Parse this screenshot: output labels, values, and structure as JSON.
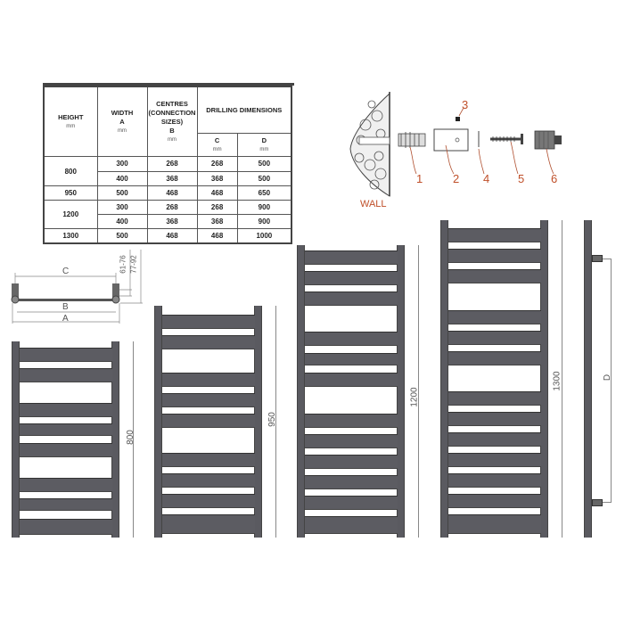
{
  "table": {
    "headers": {
      "height": {
        "label": "HEIGHT",
        "unit": "mm"
      },
      "width": {
        "label": "WIDTH",
        "sub": "A",
        "unit": "mm"
      },
      "centres": {
        "label": "CENTRES (CONNECTION SIZES)",
        "sub": "B",
        "unit": "mm"
      },
      "drilling": {
        "label": "DRILLING DIMENSIONS"
      },
      "c": {
        "label": "C",
        "unit": "mm"
      },
      "d": {
        "label": "D",
        "unit": "mm"
      }
    },
    "rows": [
      {
        "height": "800",
        "width": "300",
        "b": "268",
        "c": "268",
        "d": "500"
      },
      {
        "height": "",
        "width": "400",
        "b": "368",
        "c": "368",
        "d": "500"
      },
      {
        "height": "950",
        "width": "500",
        "b": "468",
        "c": "468",
        "d": "650"
      },
      {
        "height": "1200",
        "width": "300",
        "b": "268",
        "c": "268",
        "d": "900"
      },
      {
        "height": "",
        "width": "400",
        "b": "368",
        "c": "368",
        "d": "900"
      },
      {
        "height": "1300",
        "width": "500",
        "b": "468",
        "c": "468",
        "d": "1000"
      }
    ]
  },
  "fixing": {
    "wall_label": "WALL",
    "parts": [
      "1",
      "2",
      "3",
      "4",
      "5",
      "6"
    ]
  },
  "top_view": {
    "labels": {
      "c": "C",
      "b": "B",
      "a": "A",
      "depth1": "61-76",
      "depth2": "77-92"
    }
  },
  "radiators": [
    {
      "height_label": "800"
    },
    {
      "height_label": "950"
    },
    {
      "height_label": "1200"
    },
    {
      "height_label": "1300"
    }
  ],
  "side_view": {
    "label": "D"
  }
}
